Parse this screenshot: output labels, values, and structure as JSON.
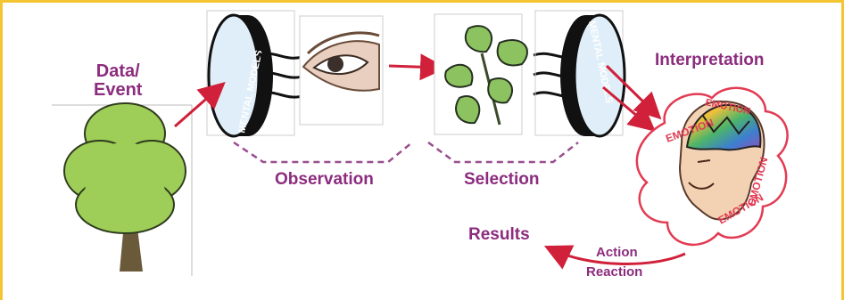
{
  "labels": {
    "data_event_line1": "Data/",
    "data_event_line2": "Event",
    "interpretation": "Interpretation",
    "observation": "Observation",
    "selection": "Selection",
    "results": "Results",
    "action": "Action",
    "reaction": "Reaction"
  },
  "lens_text": "MENTAL MODELS",
  "emotion_text": "EMOTION",
  "colors": {
    "frame": "#f4c530",
    "label": "#8c2c7e",
    "arrow": "#d0203a",
    "dashed": "#9a4d8f",
    "tree": "#9fce58",
    "lens_fill": "#dfeef8"
  }
}
